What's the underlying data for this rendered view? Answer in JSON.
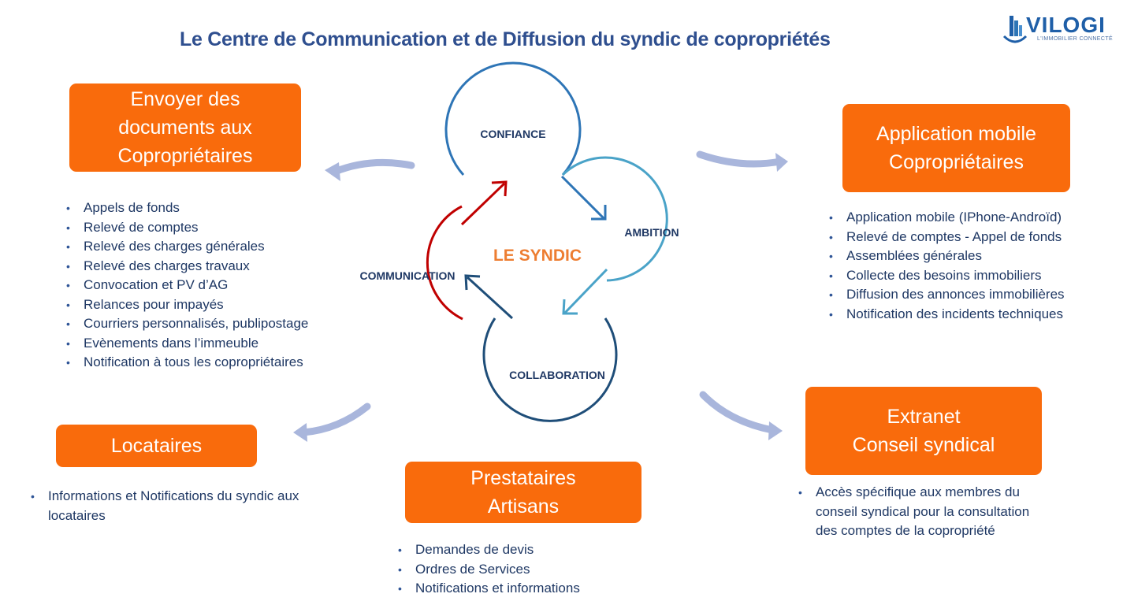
{
  "title": "Le Centre de Communication et de Diffusion du syndic de copropriétés",
  "logo": {
    "word": "VILOGI",
    "tagline": "L'IMMOBILIER CONNECTÉ"
  },
  "cycle": {
    "center": "LE SYNDIC",
    "steps": [
      "CONFIANCE",
      "AMBITION",
      "COLLABORATION",
      "COMMUNICATION"
    ]
  },
  "panels": {
    "documents": {
      "title": "Envoyer des\ndocuments aux\nCopropriétaires",
      "items": [
        "Appels de fonds",
        "Relevé de comptes",
        "Relevé des charges générales",
        "Relevé des charges travaux",
        "Convocation et PV d’AG",
        "Relances pour impayés",
        "Courriers personnalisés, publipostage",
        "Evènements dans l’immeuble",
        "Notification à tous les copropriétaires"
      ]
    },
    "mobile": {
      "title": "Application mobile\nCopropriétaires",
      "items": [
        "Application mobile (IPhone-Androïd)",
        "Relevé de comptes - Appel de fonds",
        "Assemblées générales",
        "Collecte des besoins immobiliers",
        "Diffusion des annonces immobilières",
        "Notification des incidents techniques"
      ]
    },
    "locataires": {
      "title": "Locataires",
      "items": [
        "Informations et Notifications du syndic aux locataires"
      ]
    },
    "prestataires": {
      "title": "Prestataires\nArtisans",
      "items": [
        "Demandes de devis",
        "Ordres de Services",
        "Notifications et informations"
      ]
    },
    "extranet": {
      "title": "Extranet\nConseil syndical",
      "items": [
        "Accès spécifique aux membres du conseil syndical  pour la consultation des comptes de la copropriété"
      ]
    }
  },
  "colors": {
    "box": "#f96b0c",
    "confiance": "#2e75b6",
    "ambition": "#4aa3c8",
    "collaboration": "#1f4e79",
    "communication": "#c00000",
    "arrows": "#a9b6dc",
    "center": "#ed7d31"
  }
}
